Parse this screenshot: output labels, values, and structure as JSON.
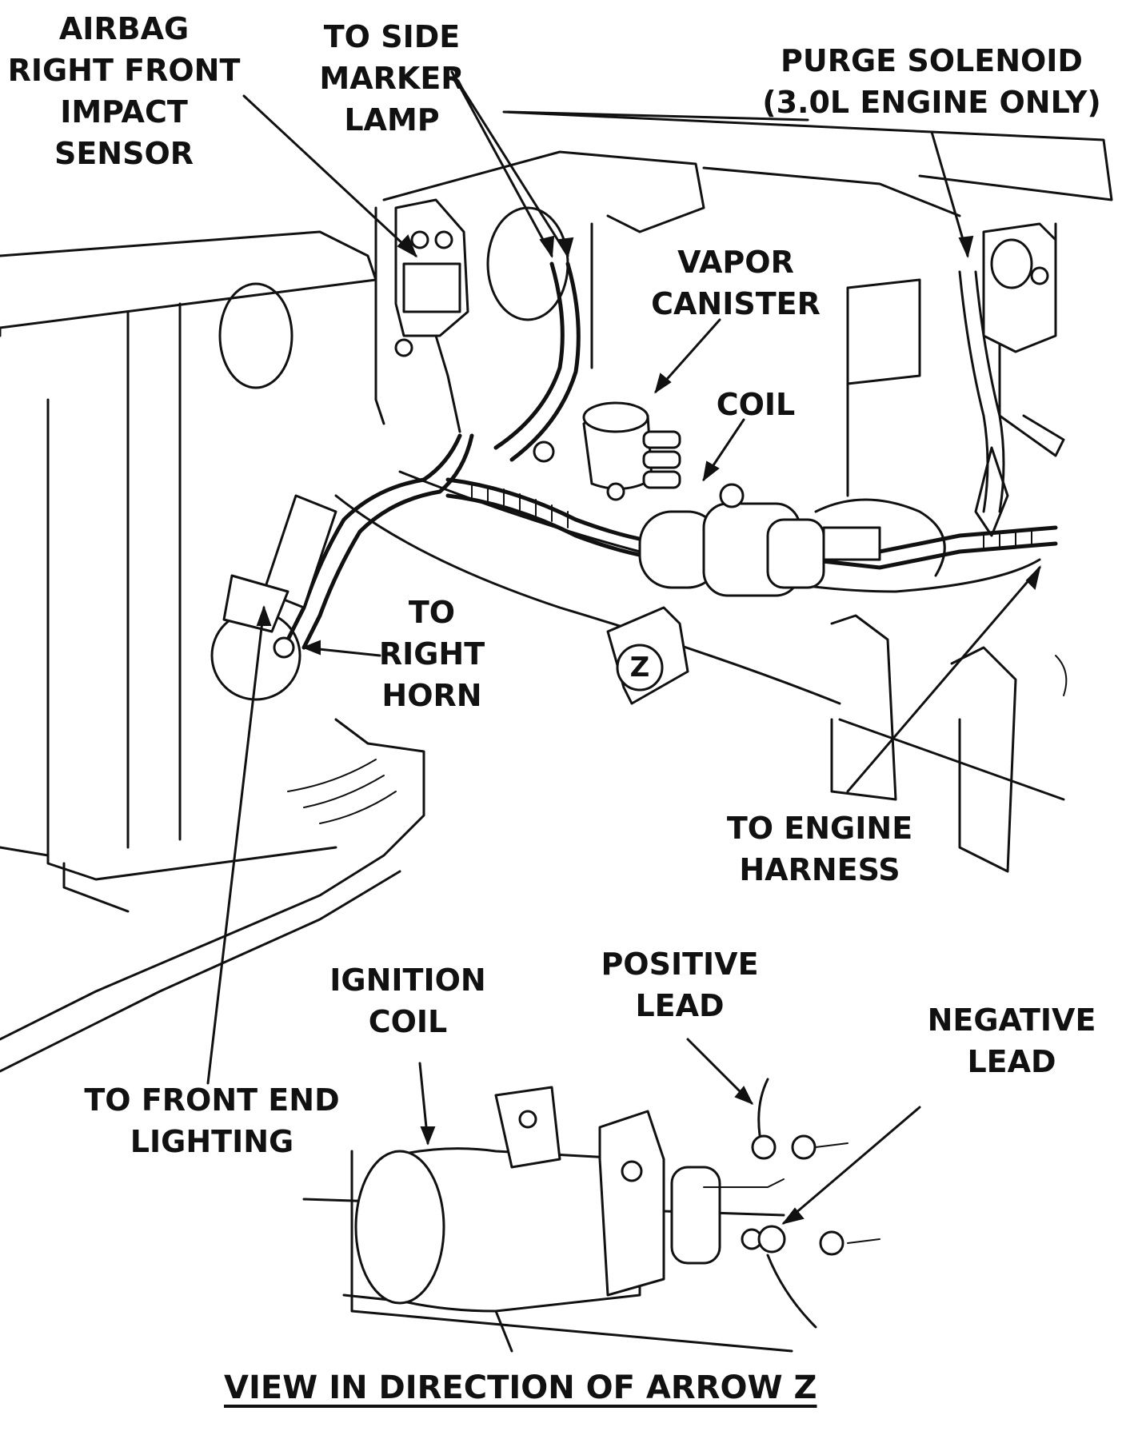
{
  "labels": {
    "airbag_sensor": [
      "AIRBAG",
      "RIGHT FRONT",
      "IMPACT",
      "SENSOR"
    ],
    "side_marker": [
      "TO SIDE",
      "MARKER",
      "LAMP"
    ],
    "purge_solenoid": [
      "PURGE SOLENOID",
      "(3.0L ENGINE ONLY)"
    ],
    "vapor_canister": [
      "VAPOR",
      "CANISTER"
    ],
    "coil": [
      "COIL"
    ],
    "right_horn": [
      "TO",
      "RIGHT",
      "HORN"
    ],
    "arrow_z_mark": "Z",
    "engine_harness": [
      "TO ENGINE",
      "HARNESS"
    ],
    "ignition_coil": [
      "IGNITION",
      "COIL"
    ],
    "positive_lead": [
      "POSITIVE",
      "LEAD"
    ],
    "negative_lead": [
      "NEGATIVE",
      "LEAD"
    ],
    "front_end_lighting": [
      "TO FRONT END",
      "LIGHTING"
    ],
    "caption": "VIEW IN DIRECTION OF ARROW Z"
  }
}
